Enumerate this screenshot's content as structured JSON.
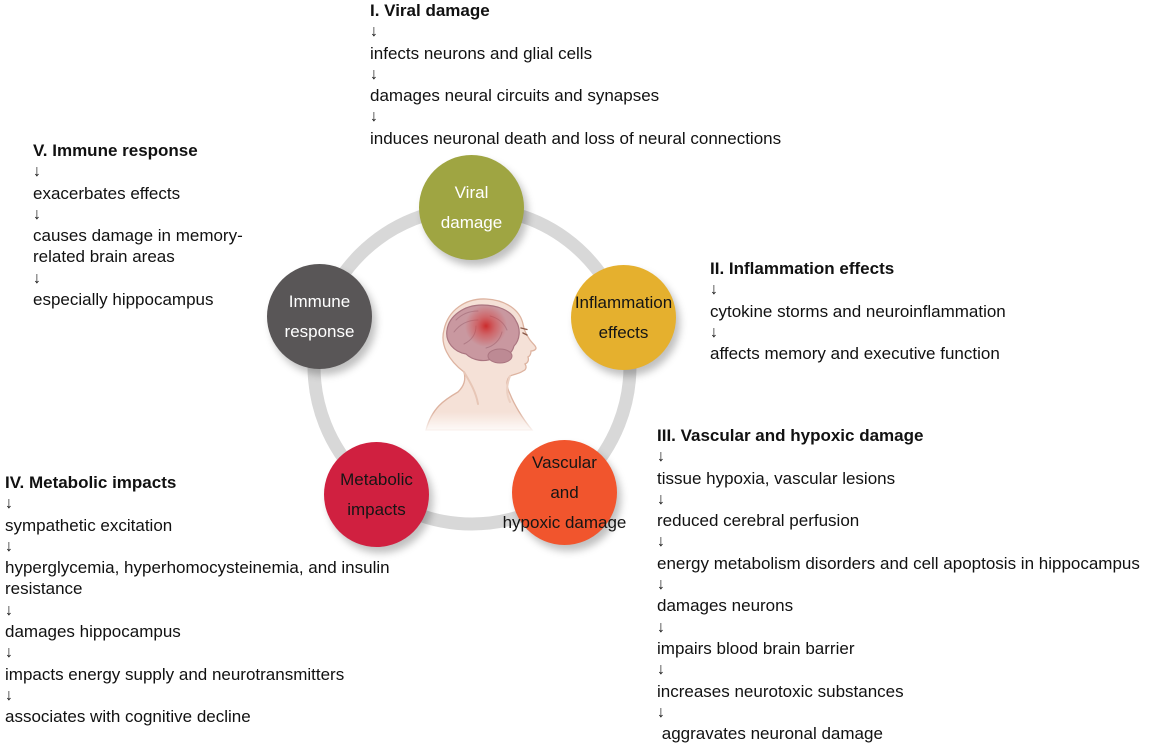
{
  "figure": {
    "background": "#ffffff",
    "description": "circular-mechanism-diagram-of-brain-damage-pathways"
  },
  "center_diagram": {
    "ring_color": "#d8d8d8",
    "illustration": "human-head-profile-with-brain-and-red-damage-highlight",
    "nodes": [
      {
        "id": "viral-damage",
        "label": "Viral\ndamage",
        "color": "#9fa542",
        "text_color": "#ffffff"
      },
      {
        "id": "inflammation-effects",
        "label": "Inflammation\neffects",
        "color": "#e5b02e",
        "text_color": "#151515"
      },
      {
        "id": "vascular-hypoxic-damage",
        "label": "Vascular\nand\nhypoxic damage",
        "color": "#f1552d",
        "text_color": "#151515"
      },
      {
        "id": "metabolic-impacts",
        "label": "Metabolic\nimpacts",
        "color": "#d02040",
        "text_color": "#151515"
      },
      {
        "id": "immune-response",
        "label": "Immune\nresponse",
        "color": "#595657",
        "text_color": "#ffffff"
      }
    ]
  },
  "arrow": "↓",
  "blocks": [
    {
      "id": "viral-damage",
      "title": "I. Viral damage",
      "steps": [
        "infects neurons and glial cells",
        "damages neural circuits and synapses",
        "induces neuronal death and loss of neural connections"
      ]
    },
    {
      "id": "inflammation-effects",
      "title": "II. Inflammation effects",
      "steps": [
        "cytokine storms and neuroinflammation",
        "affects memory and executive function"
      ]
    },
    {
      "id": "vascular-hypoxic-damage",
      "title": "III. Vascular and hypoxic damage",
      "steps": [
        "tissue hypoxia, vascular lesions",
        "reduced cerebral perfusion",
        "energy metabolism disorders and cell apoptosis in hippocampus",
        "damages neurons",
        "impairs blood brain barrier",
        "increases neurotoxic substances",
        " aggravates neuronal damage"
      ]
    },
    {
      "id": "metabolic-impacts",
      "title": "IV. Metabolic impacts",
      "steps": [
        "sympathetic excitation",
        "hyperglycemia, hyperhomocysteinemia, and insulin\nresistance",
        "damages hippocampus",
        "impacts energy supply and neurotransmitters",
        "associates with cognitive decline"
      ]
    },
    {
      "id": "immune-response",
      "title": "V. Immune response",
      "steps": [
        "exacerbates effects",
        "causes damage in memory-\nrelated brain areas",
        "especially hippocampus"
      ]
    }
  ]
}
